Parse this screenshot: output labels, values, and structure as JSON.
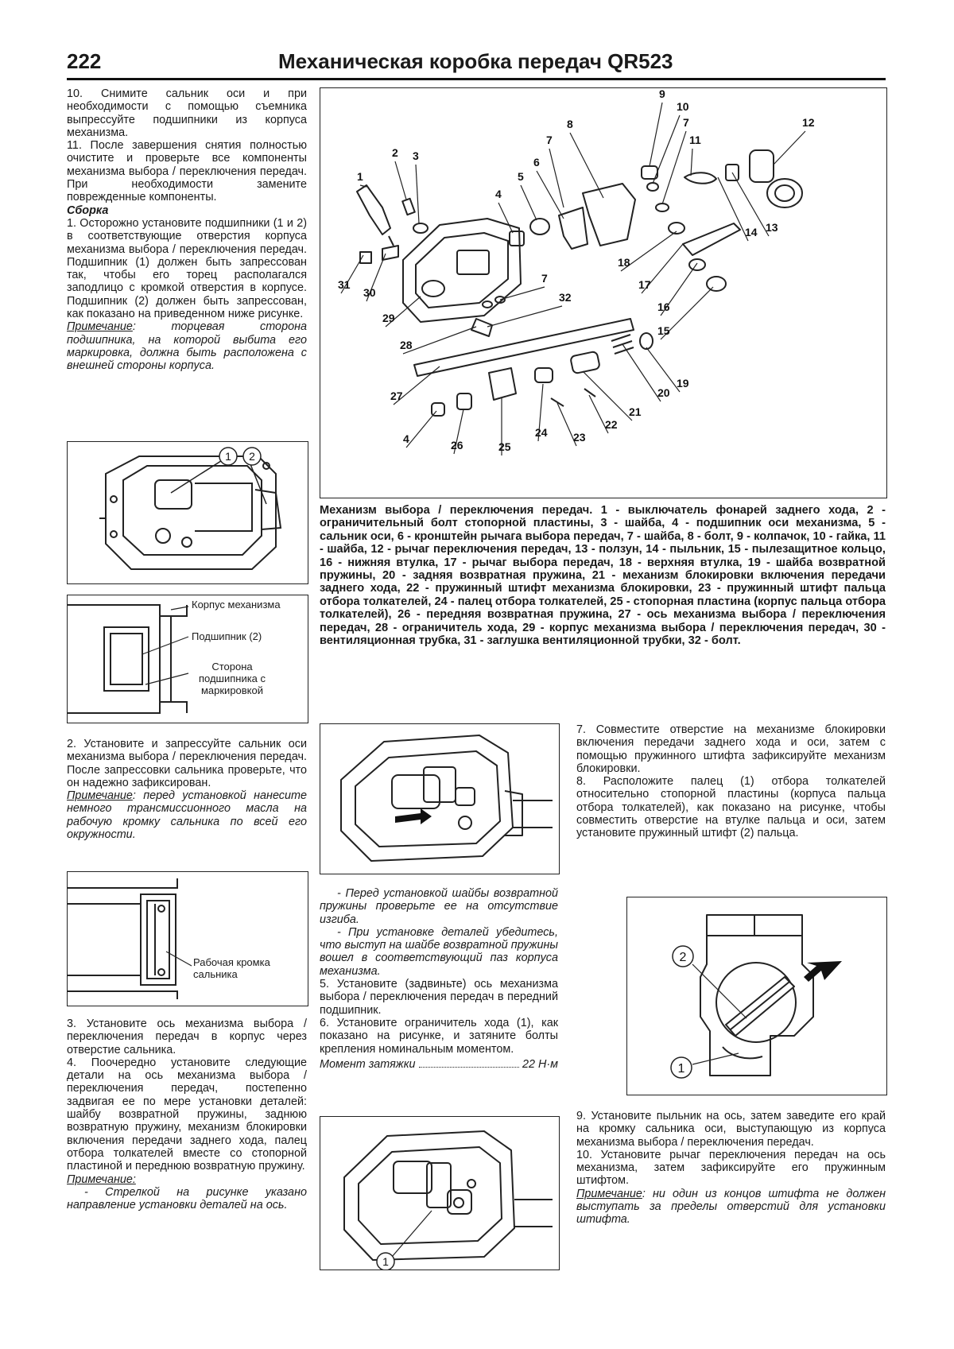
{
  "header": {
    "page_number": "222",
    "title": "Механическая коробка передач QR523"
  },
  "col1": {
    "p10": "10. Снимите сальник оси и при необходимости с помощью съемника выпрессуйте подшипники из корпуса механизма.",
    "p11": "11. После завершения снятия полностью очистите и проверьте все компоненты механизма выбора / переключения передач. При необходимости замените поврежденные компоненты.",
    "assembly_heading": "Сборка",
    "p1": "1. Осторожно установите подшипники (1 и 2) в соответствующие отверстия корпуса механизма выбора / переключения передач. Подшипник (1) должен быть запрессован так, чтобы его торец располагался заподлицо с кромкой отверстия в корпусе. Подшипник (2) должен быть запрессован, как показано на приведенном ниже рисунке.",
    "note1_label": "Примечание",
    "note1_text": ": торцевая сторона подшипника, на которой выбита его маркировка, должна быть расположена с внешней стороны корпуса.",
    "fig_bearing_labels": {
      "one": "1",
      "two": "2"
    },
    "fig_bearing_section": {
      "label_housing": "Корпус механизма",
      "label_bearing": "Подшипник (2)",
      "label_side": "Сторона подшипника с маркировкой"
    },
    "p2": "2. Установите и запрессуйте сальник оси механизма выбора / переключения передач. После запрессовки сальника проверьте, что он надежно зафиксирован.",
    "note2_label": "Примечание",
    "note2_text": ": перед установкой нанесите немного трансмиссионного масла на рабочую кромку сальника по всей его окружности.",
    "fig_seal_label": "Рабочая кромка сальника",
    "p3": "3. Установите ось механизма выбора / переключения передач в корпус через отверстие сальника.",
    "p4": "4. Поочередно установите следующие детали на ось механизма выбора / переключения передач, постепенно задвигая ее по мере установки деталей: шайбу возвратной пружины, заднюю возвратную пружину, механизм блокировки включения передачи заднего хода, палец отбора толкателей вместе со стопорной пластиной и переднюю возвратную пружину.",
    "note3_label": "Примечание:",
    "note3_text": "- Стрелкой на рисунке указано направление установки деталей на ось."
  },
  "exploded": {
    "labels": [
      "1",
      "2",
      "3",
      "4",
      "5",
      "6",
      "7",
      "8",
      "9",
      "10",
      "7",
      "11",
      "12",
      "13",
      "14",
      "15",
      "16",
      "17",
      "18",
      "7",
      "32",
      "28",
      "29",
      "30",
      "31",
      "27",
      "4",
      "26",
      "25",
      "24",
      "23",
      "22",
      "21",
      "20",
      "19"
    ],
    "caption": "Механизм выбора / переключения передач. 1 - выключатель фонарей заднего хода, 2 - ограничительный болт стопорной пластины, 3 - шайба, 4 - подшипник оси механизма, 5 - сальник оси, 6 - кронштейн рычага выбора передач, 7 - шайба, 8 - болт, 9 - колпачок, 10 - гайка, 11 - шайба, 12 - рычаг переключения передач, 13 - ползун, 14 - пыльник, 15 - пылезащитное кольцо, 16 - нижняя втулка, 17 - рычаг выбора передач, 18 - верхняя втулка, 19 - шайба возвратной пружины, 20 - задняя возвратная пружина, 21 - механизм блокировки включения передачи заднего хода, 22 - пружинный штифт механизма блокировки, 23 - пружинный штифт пальца отбора толкателей, 24 - палец отбора толкателей, 25 - стопорная пластина (корпус пальца отбора толкателей), 26 - передняя возвратная пружина, 27 - ось механизма выбора / переключения передач, 28 - ограничитель хода, 29 - корпус механизма выбора / переключения передач, 30 - вентиляционная трубка, 31 - заглушка вентиляционной трубки, 32 - болт."
  },
  "col2": {
    "dash1": "- Перед установкой шайбы возвратной пружины проверьте ее на отсутствие изгиба.",
    "dash2": "- При установке деталей убедитесь, что выступ на шайбе возвратной пружины вошел в соответствующий паз корпуса механизма.",
    "p5": "5. Установите (задвиньте) ось механизма выбора / переключения передач в передний подшипник.",
    "p6": "6. Установите ограничитель хода (1), как показано на рисунке, и затяните болты крепления номинальным моментом.",
    "torque_label": "Момент затяжки",
    "torque_value": "22 Н·м",
    "fig_stop_label": "1"
  },
  "col3": {
    "p7": "7. Совместите отверстие на механизме блокировки включения передачи заднего хода и оси, затем с помощью пружинного штифта зафиксируйте механизм блокировки.",
    "p8": "8. Расположите палец (1) отбора толкателей относительно стопорной пластины (корпуса пальца отбора толкателей), как показано на рисунке, чтобы совместить отверстие на втулке пальца и оси, затем установите пружинный штифт (2) пальца.",
    "fig_pin_labels": {
      "two": "2",
      "one": "1"
    },
    "p9": "9. Установите пыльник на ось, затем заведите его край на кромку сальника оси, выступающую из корпуса механизма выбора / переключения передач.",
    "p10": "10. Установите рычаг переключения передач на ось механизма, затем зафиксируйте его пружинным штифтом.",
    "note_label": "Примечание",
    "note_text": ": ни один из концов штифта не должен выступать за пределы отверстий для установки штифта."
  }
}
